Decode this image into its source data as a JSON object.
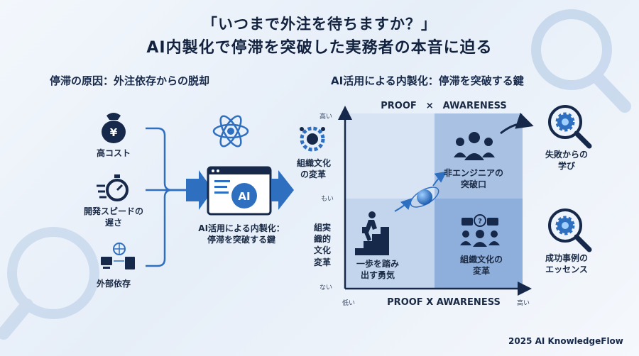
{
  "title_line1": "「いつまで外注を待ちますか？」",
  "title_line2": "AI内製化で停滞を突破した実務者の本音に迫る",
  "left": {
    "heading": "停滞の原因：外注依存からの脱却",
    "causes": [
      {
        "label": "高コスト",
        "icon": "money-bag-icon"
      },
      {
        "label_line1": "開発スピードの",
        "label_line2": "遅さ",
        "icon": "stopwatch-icon"
      },
      {
        "label": "外部依存",
        "icon": "network-devices-icon"
      }
    ],
    "center_label_line1": "AI活用による内製化：",
    "center_label_line2": "停滞を突破する鍵"
  },
  "right": {
    "heading": "AI活用による内製化：停滞を突破する鍵",
    "matrix_top": "PROOF　×　AWARENESS",
    "matrix_bottom": "PROOF X AWARENESS",
    "y_high": "高い",
    "y_mid": "もい",
    "y_low": "ない",
    "x_low": "低い",
    "x_high": "高い",
    "y_axis_label": [
      "組実",
      "織的",
      "文化",
      "変革"
    ],
    "culture_top_line1": "組織文化",
    "culture_top_line2": "の変革",
    "q_bottom_left_line1": "一歩を踏み",
    "q_bottom_left_line2": "出す勇気",
    "q_mid_line1": "非エンジニアの",
    "q_mid_line2": "突破口",
    "q_bottom_right_line1": "組織文化の",
    "q_bottom_right_line2": "変革"
  },
  "outcomes": [
    {
      "line1": "失敗からの",
      "line2": "学び",
      "icon": "gear-magnifier-icon"
    },
    {
      "line1": "成功事例の",
      "line2": "エッセンス",
      "icon": "gear-magnifier-icon"
    }
  ],
  "footer": "2025 AI KnowledgeFlow",
  "colors": {
    "accent": "#2f6fc0",
    "dark_navy": "#17294a",
    "quad_light": "#d6e3f3",
    "quad_mid": "#b4cbe8",
    "quad_dark": "#8eaedb"
  }
}
